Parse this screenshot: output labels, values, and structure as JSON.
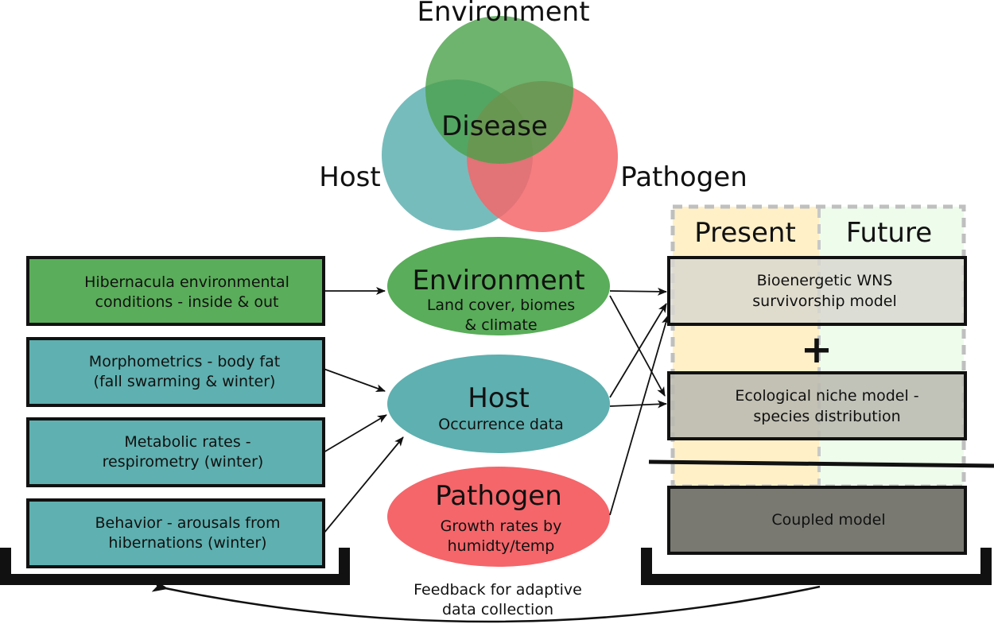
{
  "venn": {
    "environment": "Environment",
    "host": "Host",
    "pathogen": "Pathogen",
    "center": "Disease"
  },
  "data_boxes": {
    "environment": [
      "Hibernacula environmental",
      "conditions - inside & out"
    ],
    "morphometrics": [
      "Morphometrics - body fat",
      "(fall swarming & winter)"
    ],
    "metabolic": [
      "Metabolic rates -",
      "respirometry (winter)"
    ],
    "behavior": [
      "Behavior - arousals from",
      "hibernations (winter)"
    ]
  },
  "factors": {
    "environment": {
      "title": "Environment",
      "lines": [
        "Land cover, biomes",
        "& climate"
      ]
    },
    "host": {
      "title": "Host",
      "lines": [
        "Occurrence data"
      ]
    },
    "pathogen": {
      "title": "Pathogen",
      "lines": [
        "Growth rates by",
        "humidty/temp"
      ]
    }
  },
  "timeframes": {
    "present": "Present",
    "future": "Future"
  },
  "models": {
    "bioenergetic": [
      "Bioenergetic WNS",
      "survivorship model"
    ],
    "plus": "+",
    "niche": [
      "Ecological niche model -",
      "species distribution"
    ],
    "coupled": "Coupled model"
  },
  "feedback": [
    "Feedback for adaptive",
    "data collection"
  ],
  "colors": {
    "environment_green": "#5aad5a",
    "host_teal": "#5fb0b0",
    "pathogen_red": "#f4666a",
    "present_yellow": "#fff0c8",
    "future_green": "#eefcec"
  }
}
